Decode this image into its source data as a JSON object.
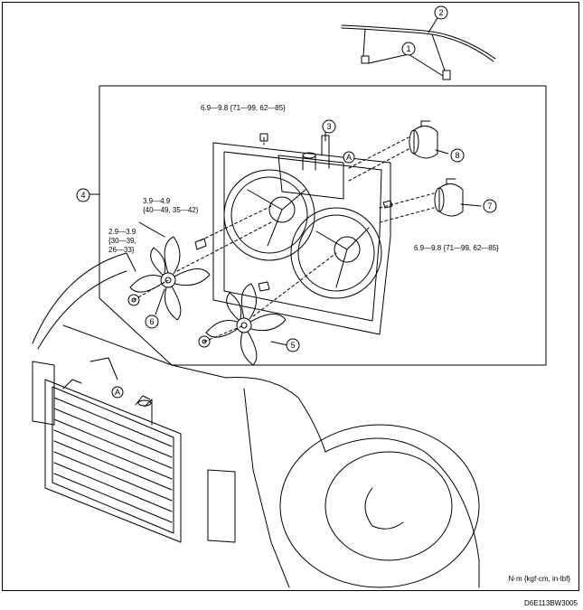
{
  "callouts": {
    "c1": "1",
    "c2": "2",
    "c3": "3",
    "c4": "4",
    "c5": "5",
    "c6": "6",
    "c7": "7",
    "c8": "8",
    "refA": "A"
  },
  "torques": {
    "top_bolt": "6.9—9.8 {71—99, 62—85}",
    "right_bolt": "6.9—9.8 {71—99, 62—85}",
    "fan_bolt_line1": "3.9—4.9",
    "fan_bolt_line2": "{40—49, 35—42}",
    "nut_line1": "2.9—3.9",
    "nut_line2": "{30—39,",
    "nut_line3": "26—33}"
  },
  "units": "N·m {kgf·cm, in·lbf}",
  "figure_code": "D6E113BW3005"
}
